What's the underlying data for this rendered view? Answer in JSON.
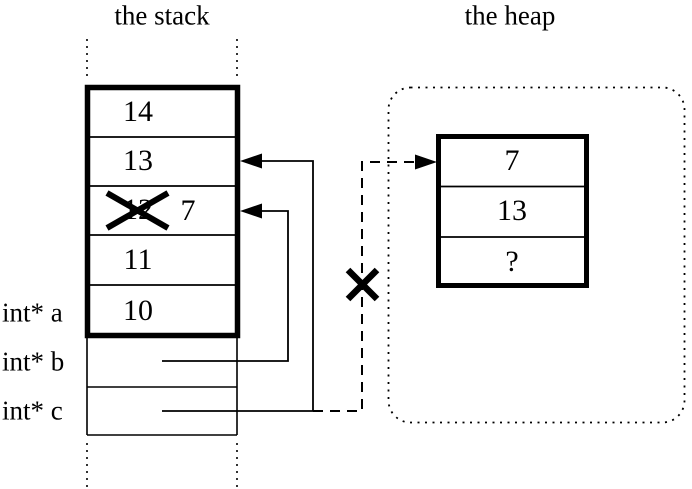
{
  "titles": {
    "stack": "the stack",
    "heap": "the heap"
  },
  "stack": {
    "cells": [
      "14",
      "13",
      "12",
      "11",
      "10"
    ],
    "crossed_out_value": "12",
    "replacement_value": "7",
    "variables": [
      "int* a",
      "int* b",
      "int* c"
    ]
  },
  "heap": {
    "cells": [
      "7",
      "13",
      "?"
    ]
  },
  "colors": {
    "ink": "#000000",
    "background": "#ffffff"
  }
}
